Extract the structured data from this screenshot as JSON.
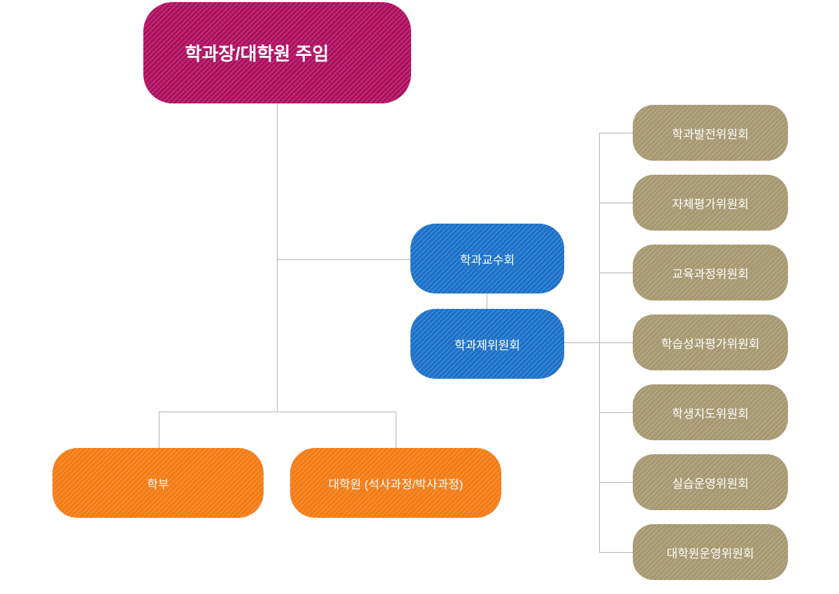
{
  "diagram": {
    "title": "Department organization chart",
    "chair_node": {
      "label": "학과장/대학원 주임"
    },
    "faculty_node": {
      "label": "학과교수회"
    },
    "committee_head_node": {
      "label": "학과제위원회"
    },
    "undergraduate_node": {
      "label": "학부"
    },
    "graduate_node": {
      "label": "대학원 (석사과정/박사과정)"
    },
    "committees": [
      {
        "label": "학과발전위원회"
      },
      {
        "label": "자체평가위원회"
      },
      {
        "label": "교육과정위원회"
      },
      {
        "label": "학습성과평가위원회"
      },
      {
        "label": "학생지도위원회"
      },
      {
        "label": "실습운영위원회"
      },
      {
        "label": "대학원운영위원회"
      }
    ],
    "colors": {
      "chair_box": "#ae0d5e",
      "council_box": "#1a70c8",
      "program_box": "#f47a12",
      "committee_box": "#a5976f",
      "connector_line": "#b2b2b2",
      "text": "#ffffff",
      "background": "#ffffff"
    }
  }
}
